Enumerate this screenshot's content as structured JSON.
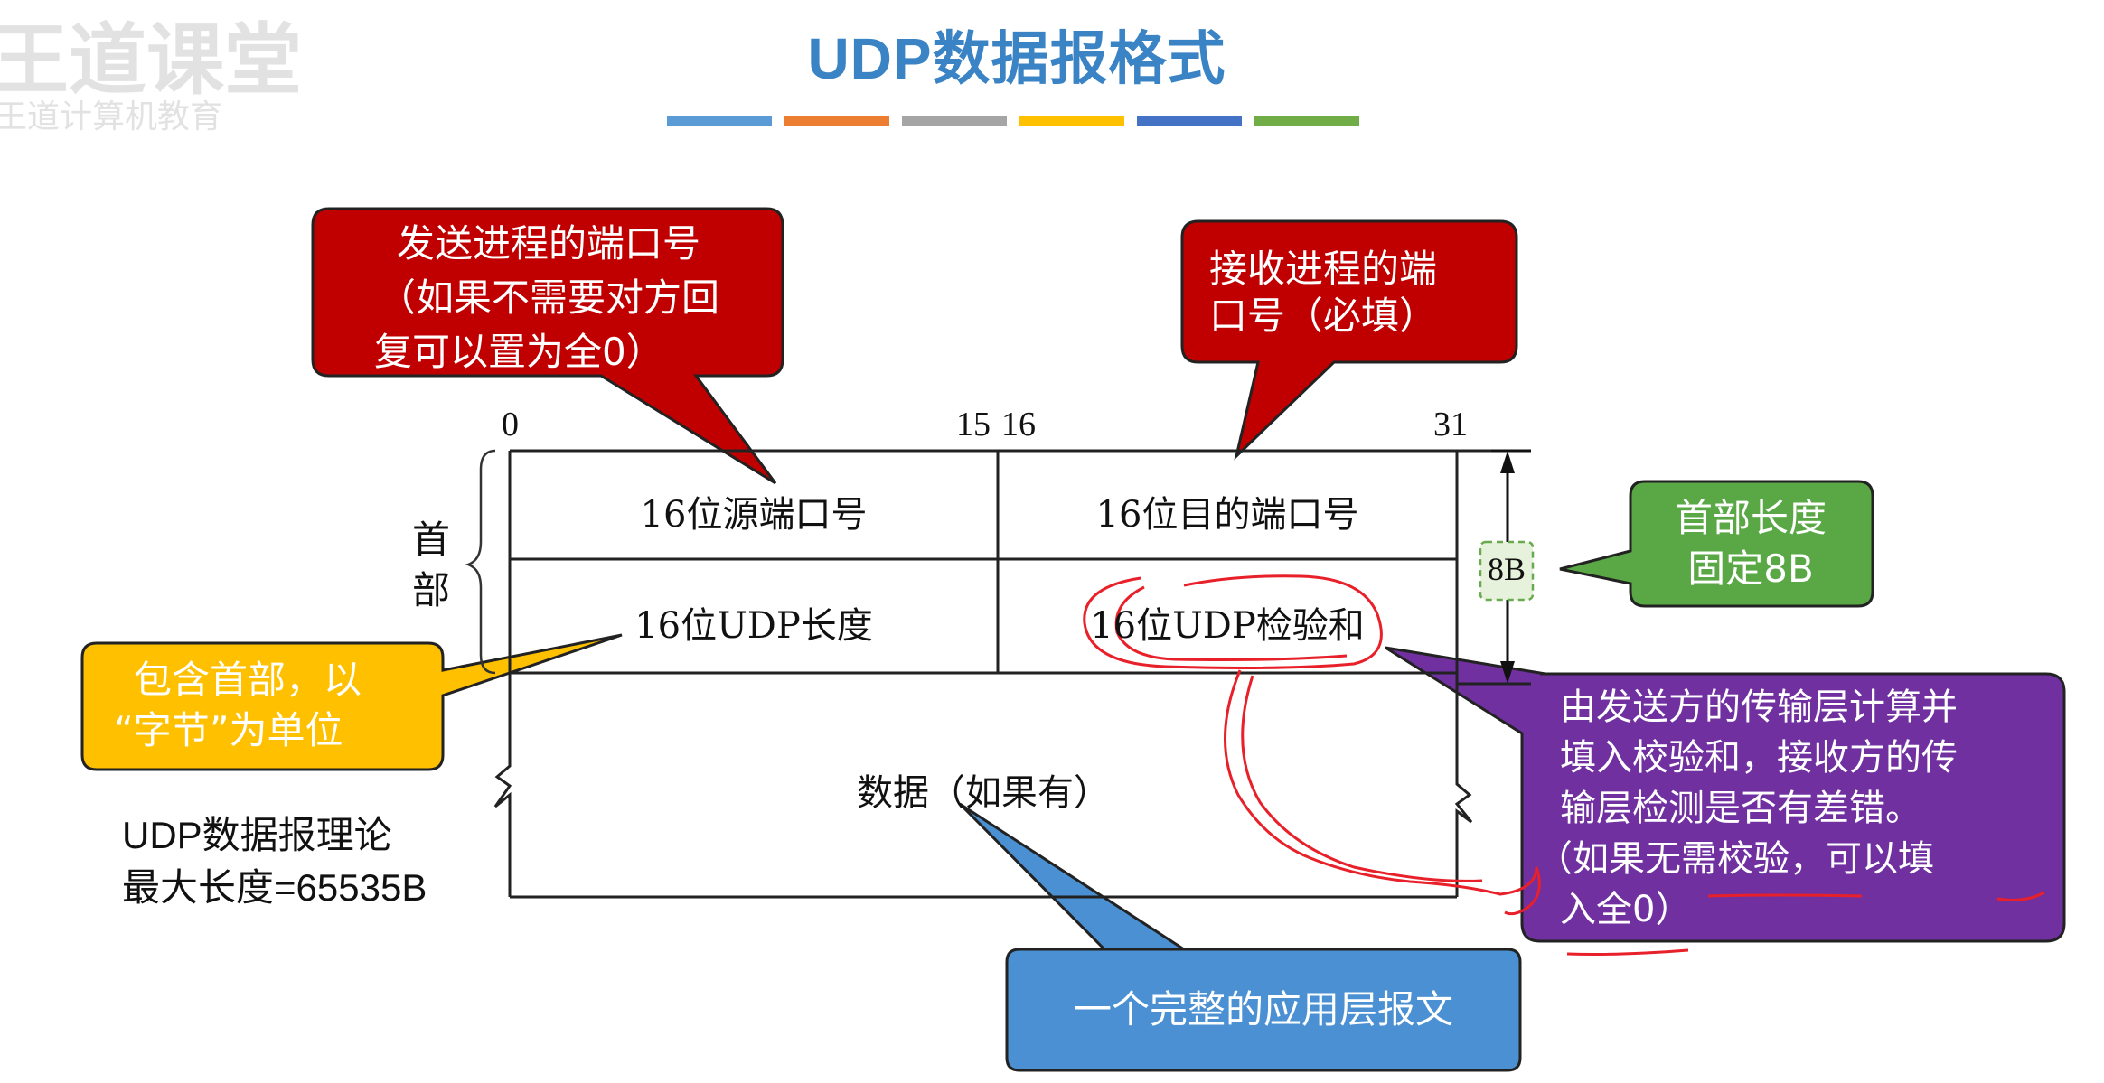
{
  "title": "UDP数据报格式",
  "watermark": {
    "line1": "王道课堂",
    "line2": "王道计算机教育"
  },
  "color_bar": [
    "#5b9bd5",
    "#ed7d31",
    "#a5a5a5",
    "#ffc000",
    "#4472c4",
    "#70ad47"
  ],
  "diagram": {
    "bit_labels": [
      "0",
      "15",
      "16",
      "31"
    ],
    "header_label_line1": "首",
    "header_label_line2": "部",
    "cells": {
      "src_port": "16位源端口号",
      "dst_port": "16位目的端口号",
      "length": "16位UDP长度",
      "checksum": "16位UDP检验和",
      "data": "数据（如果有）"
    },
    "size_badge": "8B"
  },
  "callouts": {
    "src_port": {
      "line1": "发送进程的端口号",
      "line2": "（如果不需要对方回",
      "line3": "复可以置为全0）",
      "color": "#c00000"
    },
    "dst_port": {
      "line1": "接收进程的端",
      "line2": "口号（必填）",
      "color": "#c00000"
    },
    "header_len": {
      "line1": "首部长度",
      "line2": "固定8B",
      "color": "#5aa845"
    },
    "length": {
      "line1": "包含首部，以",
      "line2": "“字节”为单位",
      "color": "#ffc000"
    },
    "checksum": {
      "line1": "由发送方的传输层计算并",
      "line2": "填入校验和，接收方的传",
      "line3": "输层检测是否有差错。",
      "line4": "（如果无需校验，可以填",
      "line5": "入全0）",
      "color": "#7030a0"
    },
    "data": {
      "line1": "一个完整的应用层报文",
      "color": "#4a90d2"
    }
  },
  "note": {
    "line1": "UDP数据报理论",
    "line2": "最大长度=65535B"
  }
}
